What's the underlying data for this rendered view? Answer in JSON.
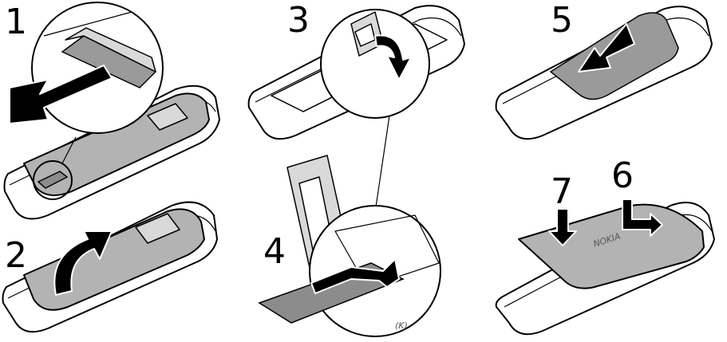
{
  "steps": {
    "s1": "1",
    "s2": "2",
    "s3": "3",
    "s4": "4",
    "s5": "5",
    "s6": "6",
    "s7": "7"
  },
  "cover_brand": "NOKIA",
  "colors": {
    "cover_grey": "#b3b3b3",
    "outline": "#000000",
    "background": "#ffffff"
  },
  "icons": [
    "slide-left-arrow",
    "lift-up-arrow",
    "flip-up-arrow",
    "insert-sim-arrow",
    "insert-battery-arrow",
    "press-down-arrow",
    "zoom-circle"
  ]
}
